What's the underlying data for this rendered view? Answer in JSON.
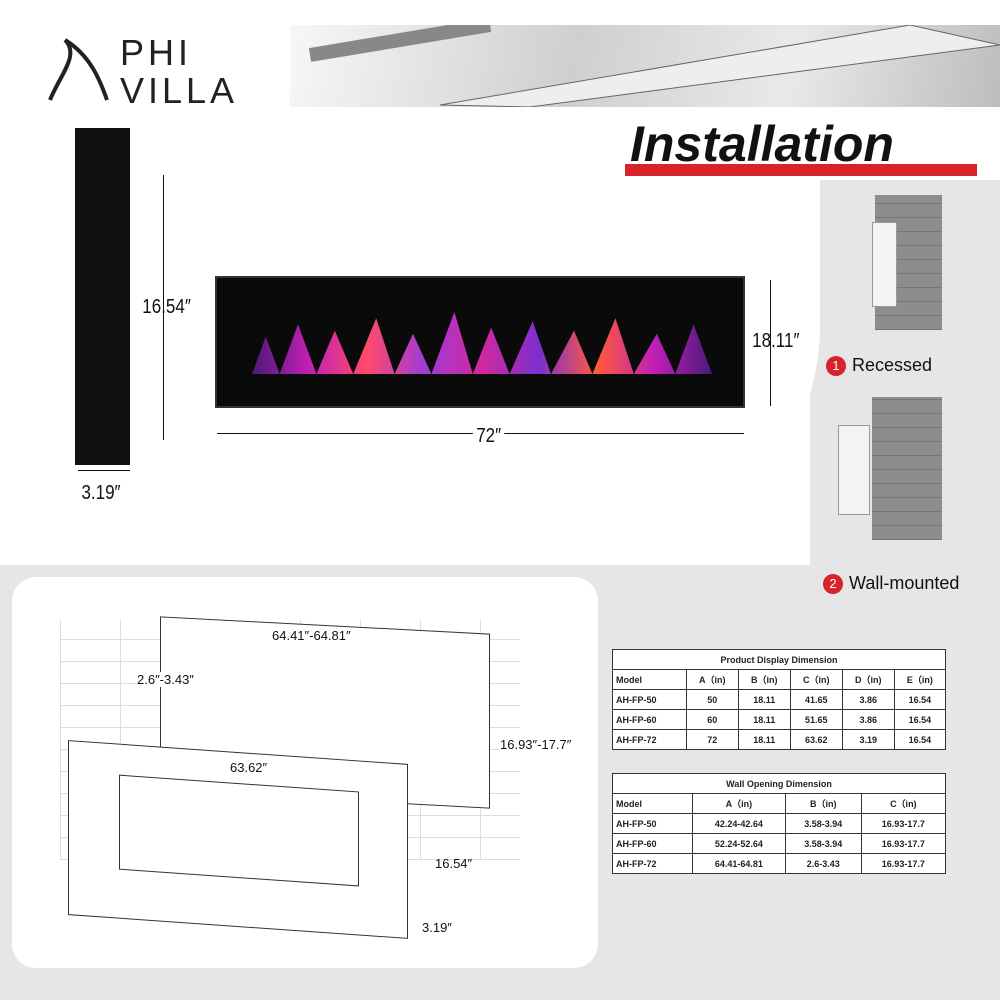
{
  "brand": {
    "line1": "PHI",
    "line2": "VILLA"
  },
  "title": "Installation",
  "dimensions": {
    "side_height": "16.54″",
    "side_depth": "3.19″",
    "front_height": "18.11″",
    "front_width": "72″"
  },
  "install_types": [
    {
      "num": "1",
      "label": "Recessed"
    },
    {
      "num": "2",
      "label": "Wall-mounted"
    }
  ],
  "diagram": {
    "opening_width": "64.41″-64.81″",
    "opening_depth": "2.6″-3.43″",
    "opening_height": "16.93″-17.7″",
    "unit_width": "63.62″",
    "unit_height": "16.54″",
    "unit_depth": "3.19″"
  },
  "product_table": {
    "title": "Product Display Dimension",
    "headers": [
      "Model",
      "A（in)",
      "B（in)",
      "C（in)",
      "D（in)",
      "E（in)"
    ],
    "rows": [
      [
        "AH-FP-50",
        "50",
        "18.11",
        "41.65",
        "3.86",
        "16.54"
      ],
      [
        "AH-FP-60",
        "60",
        "18.11",
        "51.65",
        "3.86",
        "16.54"
      ],
      [
        "AH-FP-72",
        "72",
        "18.11",
        "63.62",
        "3.19",
        "16.54"
      ]
    ]
  },
  "wall_table": {
    "title": "Wall Opening Dimension",
    "headers": [
      "Model",
      "A（in)",
      "B（in)",
      "C（in)"
    ],
    "rows": [
      [
        "AH-FP-50",
        "42.24-42.64",
        "3.58-3.94",
        "16.93-17.7"
      ],
      [
        "AH-FP-60",
        "52.24-52.64",
        "3.58-3.94",
        "16.93-17.7"
      ],
      [
        "AH-FP-72",
        "64.41-64.81",
        "2.6-3.43",
        "16.93-17.7"
      ]
    ]
  }
}
